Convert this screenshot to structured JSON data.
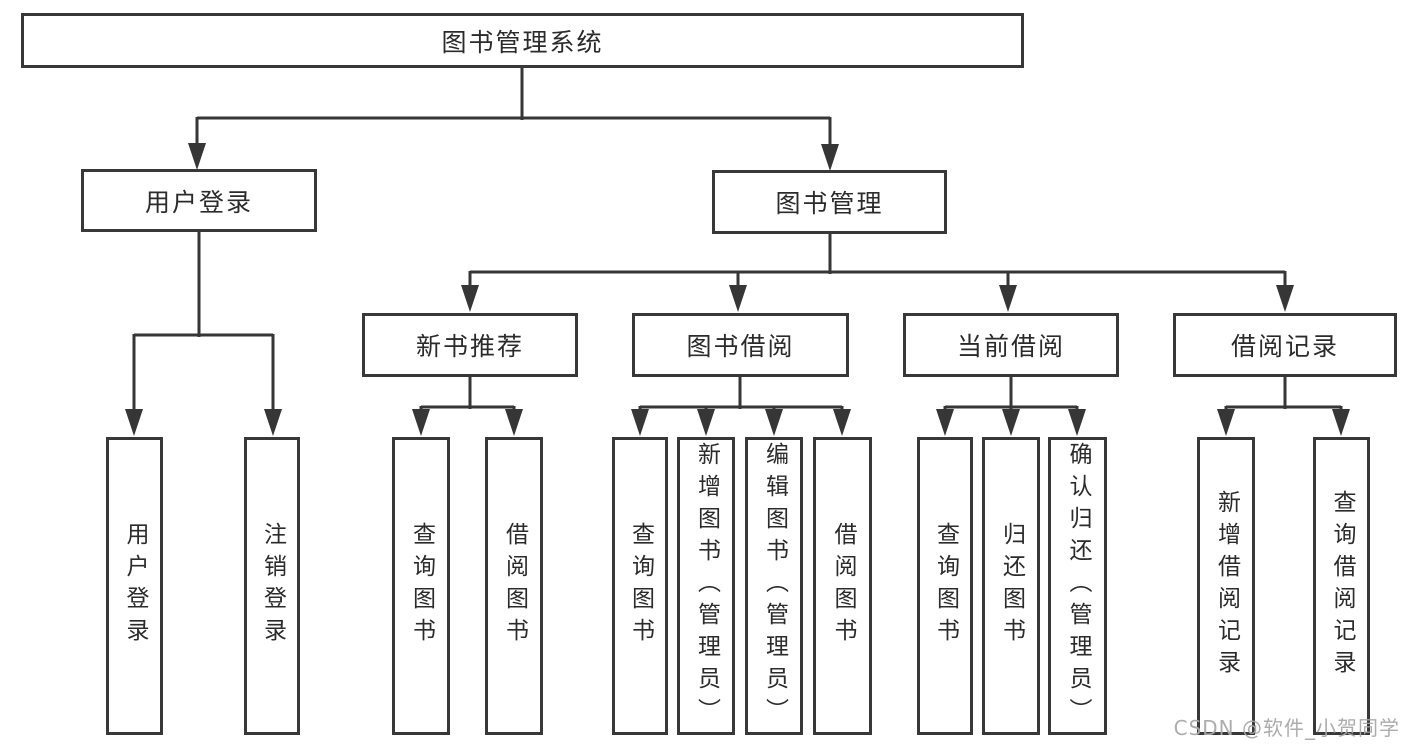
{
  "diagram": {
    "root": {
      "label": "图书管理系统"
    },
    "level2": [
      {
        "label": "用户登录"
      },
      {
        "label": "图书管理"
      }
    ],
    "level3": [
      {
        "label": "新书推荐"
      },
      {
        "label": "图书借阅"
      },
      {
        "label": "当前借阅"
      },
      {
        "label": "借阅记录"
      }
    ],
    "leaves": [
      {
        "parent": "用户登录",
        "label": "用户登录"
      },
      {
        "parent": "用户登录",
        "label": "注销登录"
      },
      {
        "parent": "新书推荐",
        "label": "查询图书"
      },
      {
        "parent": "新书推荐",
        "label": "借阅图书"
      },
      {
        "parent": "图书借阅",
        "label": "查询图书"
      },
      {
        "parent": "图书借阅",
        "label": "新增图书（管理员）"
      },
      {
        "parent": "图书借阅",
        "label": "编辑图书（管理员）"
      },
      {
        "parent": "图书借阅",
        "label": "借阅图书"
      },
      {
        "parent": "当前借阅",
        "label": "查询图书"
      },
      {
        "parent": "当前借阅",
        "label": "归还图书"
      },
      {
        "parent": "当前借阅",
        "label": "确认归还（管理员）"
      },
      {
        "parent": "借阅记录",
        "label": "新增借阅记录"
      },
      {
        "parent": "借阅记录",
        "label": "查询借阅记录"
      }
    ],
    "watermark": "CSDN @软件_小贺同学",
    "colors": {
      "line": "#363636",
      "box_border": "#383838",
      "text": "#2b2b2b",
      "watermark": "#a8a8a8",
      "background": "#ffffff"
    }
  }
}
